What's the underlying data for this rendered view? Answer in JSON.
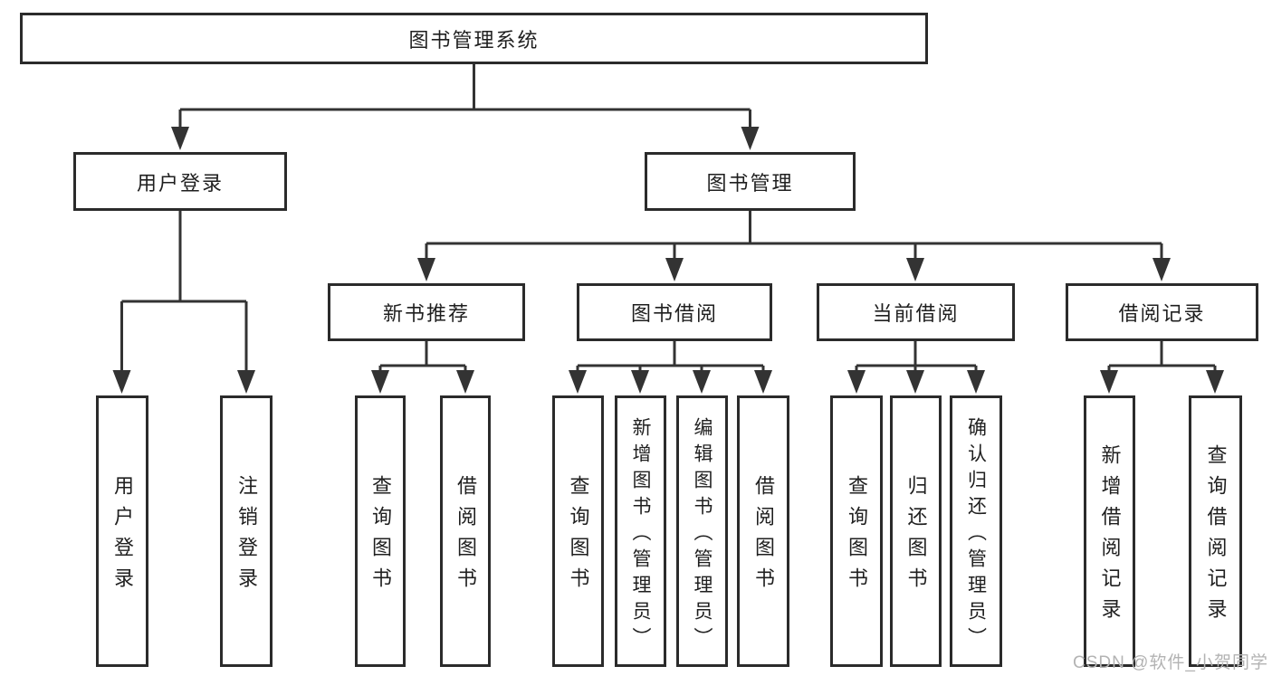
{
  "diagram": {
    "type": "hierarchy-tree",
    "root": "图书管理系统",
    "l2": [
      "用户登录",
      "图书管理"
    ],
    "l3": [
      "新书推荐",
      "图书借阅",
      "当前借阅",
      "借阅记录"
    ],
    "leaves": {
      "user": [
        "用户登录",
        "注销登录"
      ],
      "newbook": [
        "查询图书",
        "借阅图书"
      ],
      "borrow": [
        "查询图书",
        "新增图书（管理员）",
        "编辑图书（管理员）",
        "借阅图书"
      ],
      "current": [
        "查询图书",
        "归还图书",
        "确认归还（管理员）"
      ],
      "records": [
        "新增借阅记录",
        "查询借阅记录"
      ]
    }
  },
  "watermark": "CSDN @软件_小贺同学",
  "colors": {
    "background": "#ffffff",
    "box_border": "#2b2b2b",
    "connector_line": "#333333",
    "text": "#1f1f1f",
    "watermark_text": "#b3b3b3"
  }
}
